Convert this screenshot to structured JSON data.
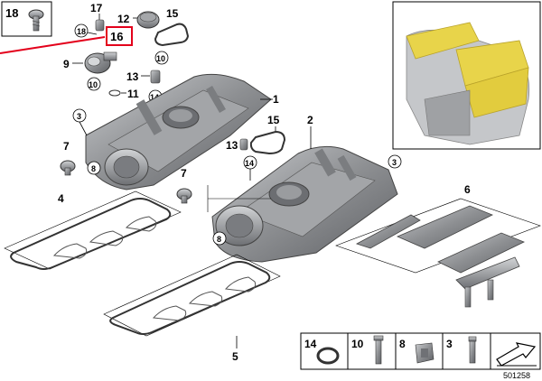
{
  "diagram": {
    "callouts": [
      "18",
      "17",
      "12",
      "15",
      "16",
      "9",
      "10",
      "11",
      "13",
      "14",
      "1",
      "7",
      "8",
      "3",
      "4",
      "2",
      "5",
      "6"
    ],
    "legend": [
      "14",
      "10",
      "8",
      "3"
    ],
    "ref_number": "501258",
    "colors": {
      "highlight_red": "#e3001b",
      "engine_yellow": "#e8d44a",
      "part_gray": "#8d8f92",
      "line_black": "#000000"
    }
  }
}
